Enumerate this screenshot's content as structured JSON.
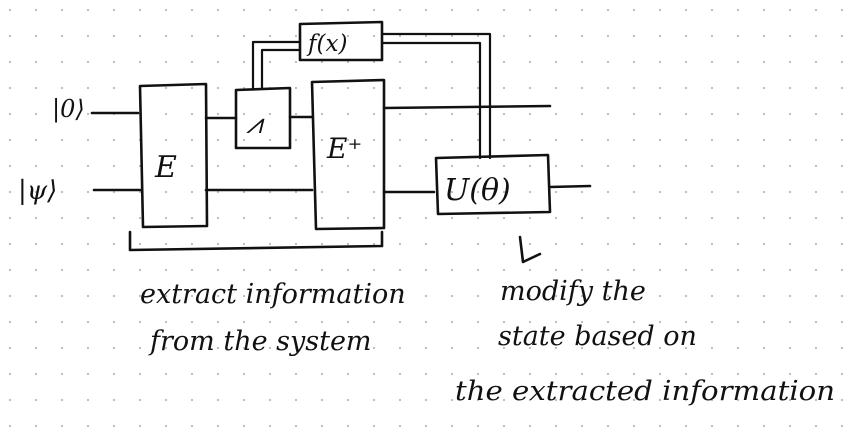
{
  "diagram": {
    "inputs": {
      "top": "|0⟩",
      "bottom": "|ψ⟩"
    },
    "gates": {
      "encoder": "E",
      "measurement": "⩘",
      "decoder": "E⁺",
      "classical_function": "f(x)",
      "unitary": "U(θ)"
    },
    "notes": {
      "left_line1": "extract information",
      "left_line2": "from the system",
      "right_line1": "modify the",
      "right_line2": "state based on",
      "right_line3": "the extracted information"
    },
    "colors": {
      "ink": "#111111",
      "dot_grid": "#b8b8b8",
      "background": "#ffffff"
    }
  }
}
